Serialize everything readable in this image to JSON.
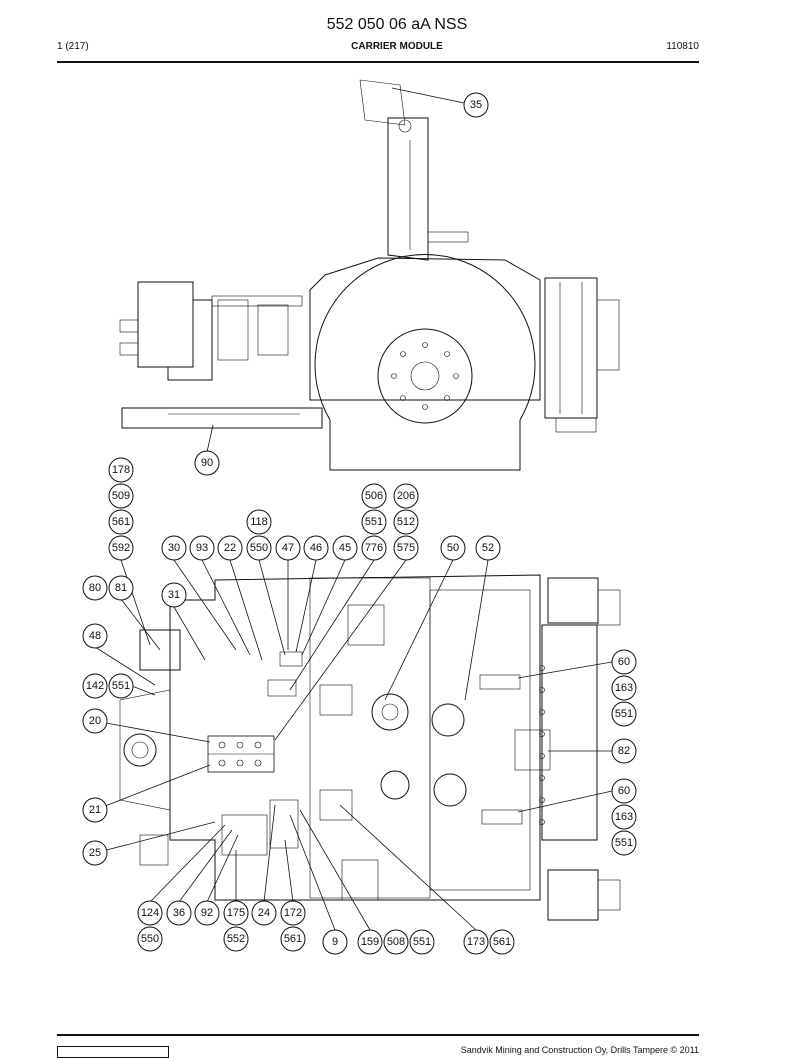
{
  "header": {
    "doc_number": "552 050 06 aA NSS",
    "page_info": "1 (217)",
    "section_title": "CARRIER MODULE",
    "date_code": "110810"
  },
  "footer": {
    "copyright": "Sandvik Mining and Construction Oy, Drills Tampere © 2011"
  },
  "callouts": [
    {
      "label": "35"
    },
    {
      "label": "90"
    },
    {
      "label": "178"
    },
    {
      "label": "509"
    },
    {
      "label": "561"
    },
    {
      "label": "592"
    },
    {
      "label": "506"
    },
    {
      "label": "206"
    },
    {
      "label": "551"
    },
    {
      "label": "512"
    },
    {
      "label": "118"
    },
    {
      "label": "30"
    },
    {
      "label": "93"
    },
    {
      "label": "22"
    },
    {
      "label": "550"
    },
    {
      "label": "47"
    },
    {
      "label": "46"
    },
    {
      "label": "45"
    },
    {
      "label": "776"
    },
    {
      "label": "575"
    },
    {
      "label": "50"
    },
    {
      "label": "52"
    },
    {
      "label": "80"
    },
    {
      "label": "81"
    },
    {
      "label": "31"
    },
    {
      "label": "48"
    },
    {
      "label": "142"
    },
    {
      "label": "551"
    },
    {
      "label": "20"
    },
    {
      "label": "21"
    },
    {
      "label": "25"
    },
    {
      "label": "60"
    },
    {
      "label": "163"
    },
    {
      "label": "551"
    },
    {
      "label": "82"
    },
    {
      "label": "60"
    },
    {
      "label": "163"
    },
    {
      "label": "551"
    },
    {
      "label": "124"
    },
    {
      "label": "36"
    },
    {
      "label": "92"
    },
    {
      "label": "175"
    },
    {
      "label": "24"
    },
    {
      "label": "172"
    },
    {
      "label": "550"
    },
    {
      "label": "552"
    },
    {
      "label": "561"
    },
    {
      "label": "9"
    },
    {
      "label": "159"
    },
    {
      "label": "508"
    },
    {
      "label": "551"
    },
    {
      "label": "173"
    },
    {
      "label": "561"
    }
  ]
}
